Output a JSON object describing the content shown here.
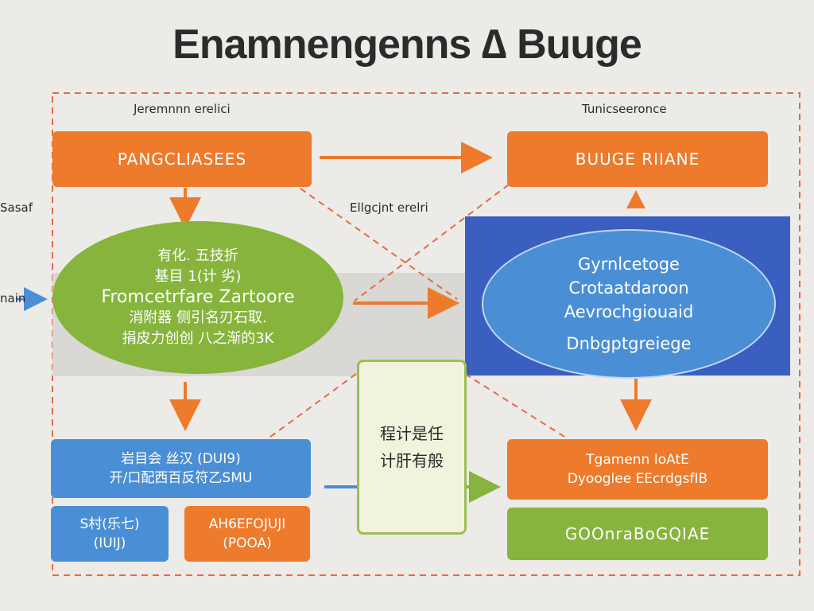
{
  "title": "Enamnengenns ∆ Buuge",
  "labels": {
    "top_left": "Jeremnnn erelici",
    "top_right": "Tunicseeronce",
    "center": "Ellgcjnt erelri",
    "side_top": "Sasaf",
    "side_mid": "nain"
  },
  "nodes": {
    "top_left_box": "PANGCLIASEES",
    "top_right_box": "BUUGE RIIANE",
    "green_ellipse": {
      "lines": [
        "有化. 五技折",
        "基目 1(计 劣)",
        "Fromcetrfare Zartoore",
        "消附器 侧引名刃石取.",
        "捐皮力创创 八之渐的3K"
      ]
    },
    "blue_ellipse": {
      "lines": [
        "Gyrnlcetoge",
        "Crotaatdaroon",
        "Aevrochgiouaid",
        "Dnbgptgreiege"
      ]
    },
    "note_card": {
      "lines": [
        "程计是任",
        "计肝有般"
      ]
    },
    "bottom_left_blue": {
      "lines": [
        "岩目会 丝汉 (DUI9)",
        "开/口配西百反符乙SMU"
      ]
    },
    "small_blue": {
      "lines": [
        "S村(乐七)",
        "(IUIJ)"
      ]
    },
    "small_orange": {
      "lines": [
        "AH6EFOJUJI",
        "(POOA)"
      ]
    },
    "bottom_right_orange": {
      "lines": [
        "Tgamenn IoAtE",
        "Dyooglee EEcrdgsfIB"
      ]
    },
    "bottom_right_green": "GOOnraBoGQIAE"
  },
  "colors": {
    "orange": "#ee7a2c",
    "blue": "#4a8fd6",
    "deep_blue": "#3a5fc0",
    "green": "#86b43c",
    "dashed": "#e46b48"
  }
}
